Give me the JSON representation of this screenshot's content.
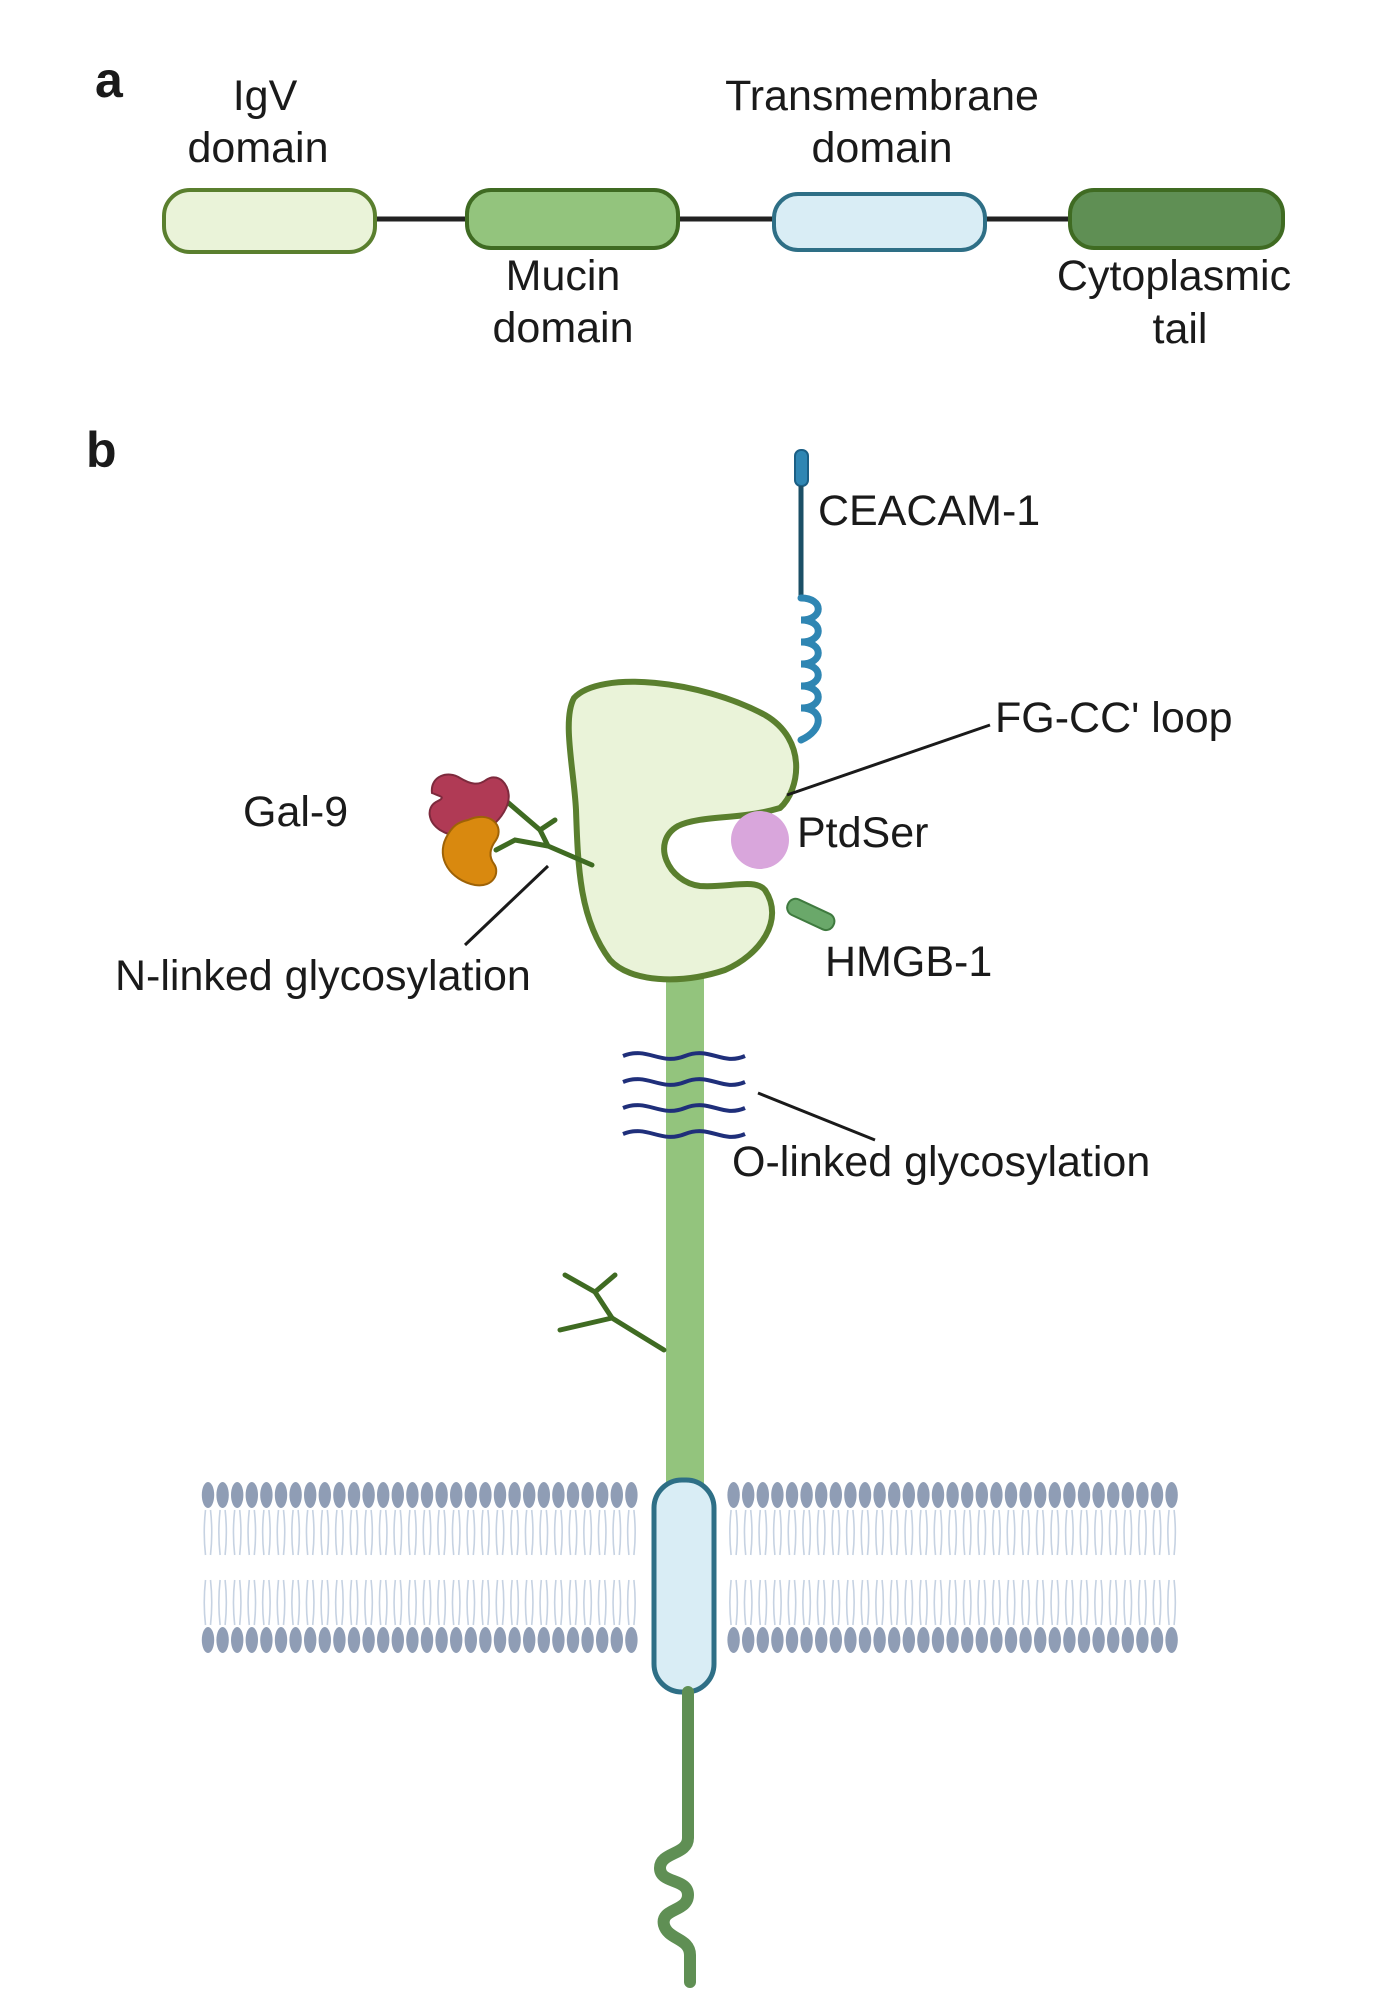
{
  "panel_a": {
    "letter": "a",
    "domains": [
      {
        "line1": "IgV",
        "line2": "domain",
        "fill": "#eaf3d9",
        "stroke": "#5a7f2e"
      },
      {
        "line1": "Mucin",
        "line2": "domain",
        "fill": "#93c47d",
        "stroke": "#3f6b22"
      },
      {
        "line1": "Transmembrane",
        "line2": "domain",
        "fill": "#d9edf5",
        "stroke": "#2e6f86"
      },
      {
        "line1": "Cytoplasmic",
        "line2": "tail",
        "fill": "#5f8f54",
        "stroke": "#3f6b22"
      }
    ]
  },
  "panel_b": {
    "letter": "b",
    "labels": {
      "ceacam": "CEACAM-1",
      "fgcc_loop": "FG-CC' loop",
      "ptdser": "PtdSer",
      "hmgb": "HMGB-1",
      "gal9": "Gal-9",
      "n_glyco": "N-linked glycosylation",
      "o_glyco": "O-linked glycosylation"
    }
  },
  "colors": {
    "igv_fill": "#eaf3d9",
    "igv_stroke": "#5a7f2e",
    "stalk": "#93c47d",
    "tm_fill": "#d9edf5",
    "tm_stroke": "#2e6f86",
    "tail": "#5f8f54",
    "ceacam": "#2f86b3",
    "ptdser": "#d9a6dc",
    "hmgb": "#6aa86a",
    "gal9_a": "#b03a55",
    "gal9_b": "#d9890f",
    "o_glycan": "#1f2f7a",
    "lipid_head": "#8f9db5",
    "lipid_tail": "#c6d2e2",
    "glycan": "#3f6b22"
  }
}
